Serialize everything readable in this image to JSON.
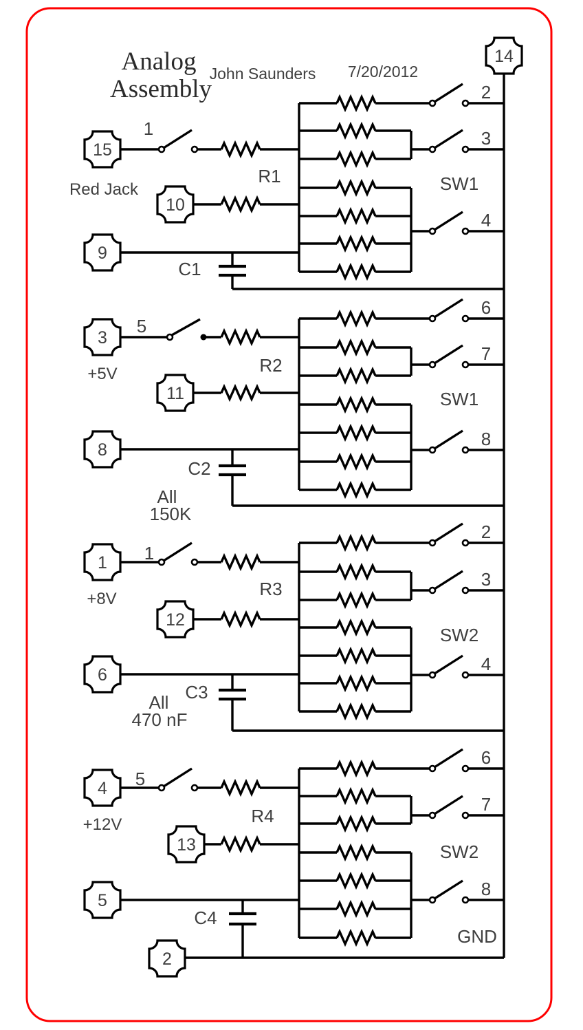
{
  "page": {
    "title_line1": "Analog",
    "title_line2": "Assembly",
    "author": "John Saunders",
    "date": "7/20/2012",
    "top_terminal": "14",
    "bottom_terminal": "2",
    "ground_label": "GND"
  },
  "colors": {
    "border": "#ff0000",
    "wire": "#000000",
    "text": "#3f3f3f"
  },
  "blocks": [
    {
      "resistor_group": "R1",
      "capacitor": "C1",
      "bank_switch": "SW1",
      "input_terminal": "15",
      "input_label": "Red Jack",
      "input_switch_number": "1",
      "mid_terminal": "10",
      "low_terminal": "9",
      "switch_positions": [
        "2",
        "3",
        "4"
      ]
    },
    {
      "resistor_group": "R2",
      "capacitor": "C2",
      "bank_switch": "SW1",
      "input_terminal": "3",
      "input_label": "+5V",
      "input_switch_number": "5",
      "mid_terminal": "11",
      "low_terminal": "8",
      "switch_positions": [
        "6",
        "7",
        "8"
      ],
      "note_line1": "All",
      "note_line2": "150K"
    },
    {
      "resistor_group": "R3",
      "capacitor": "C3",
      "bank_switch": "SW2",
      "input_terminal": "1",
      "input_label": "+8V",
      "input_switch_number": "1",
      "mid_terminal": "12",
      "low_terminal": "6",
      "switch_positions": [
        "2",
        "3",
        "4"
      ],
      "note_line1": "All",
      "note_line2": "470 nF"
    },
    {
      "resistor_group": "R4",
      "capacitor": "C4",
      "bank_switch": "SW2",
      "input_terminal": "4",
      "input_label": "+12V",
      "input_switch_number": "5",
      "mid_terminal": "13",
      "low_terminal": "5",
      "switch_positions": [
        "6",
        "7",
        "8"
      ]
    }
  ]
}
